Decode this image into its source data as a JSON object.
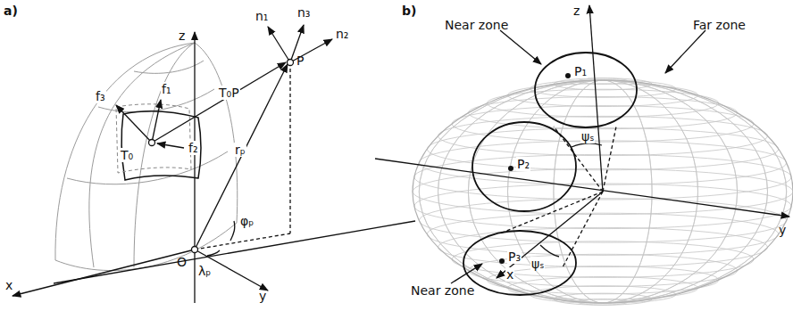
{
  "diagram": {
    "nodes": [
      {
        "text": [
          "P₁"
        ]
      },
      {
        "text": [
          "P₂"
        ]
      },
      {
        "text": [
          "P₃"
        ]
      }
    ],
    "labels": [
      "a)",
      "z",
      "x",
      "y",
      "n₁",
      "n₃",
      "n₂",
      "P",
      "f₃",
      "f₁",
      "T₀P",
      "f₂",
      "T₀",
      "rₚ",
      "O",
      "φₚ",
      "λₚ",
      "b)",
      "z",
      "Near zone",
      "Far zone",
      "y",
      "x",
      "ψₛ",
      "ψₛ",
      "Near zone"
    ]
  }
}
